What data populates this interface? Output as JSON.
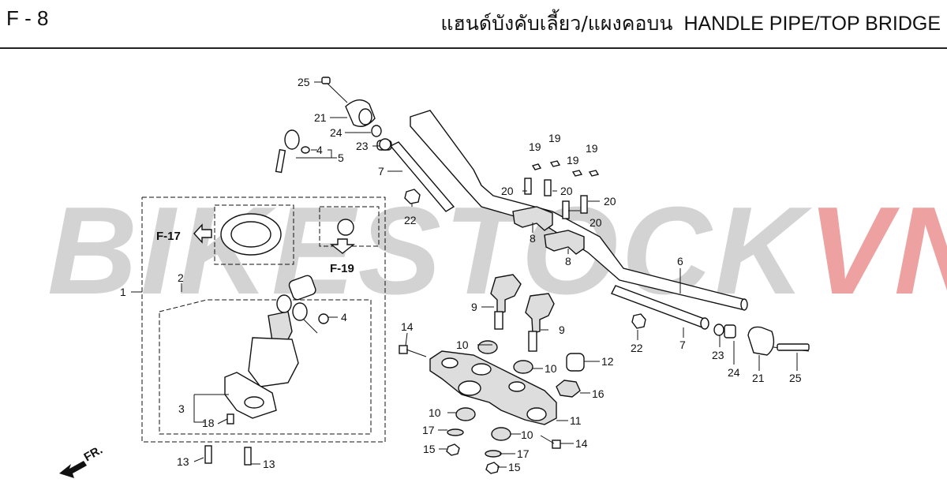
{
  "header": {
    "page_code": "F - 8",
    "title_thai": "แฮนด์บังคับเลี้ยว/แผงคอบน",
    "title_en": "HANDLE PIPE/TOP BRIDGE"
  },
  "watermark": {
    "main": "BIKESTOCK",
    "accent": "VN"
  },
  "references": {
    "f17": "F-17",
    "f19": "F-19",
    "fr": "FR."
  },
  "callouts": {
    "c25a": "25",
    "c21a": "21",
    "c24a": "24",
    "c23a": "23",
    "c7a": "7",
    "c22a": "22",
    "c4a": "4",
    "c5": "5",
    "c1": "1",
    "c2": "2",
    "c4b": "4",
    "c3": "3",
    "c18": "18",
    "c13a": "13",
    "c13b": "13",
    "c19a": "19",
    "c19b": "19",
    "c19c": "19",
    "c19d": "19",
    "c20a": "20",
    "c20b": "20",
    "c20c": "20",
    "c20d": "20",
    "c8a": "8",
    "c8b": "8",
    "c6": "6",
    "c9a": "9",
    "c9b": "9",
    "c14a": "14",
    "c10a": "10",
    "c10b": "10",
    "c12": "12",
    "c16": "16",
    "c10c": "10",
    "c11": "11",
    "c17a": "17",
    "c10d": "10",
    "c14b": "14",
    "c15a": "15",
    "c17b": "17",
    "c15b": "15",
    "c22b": "22",
    "c7b": "7",
    "c23b": "23",
    "c24b": "24",
    "c21b": "21",
    "c25b": "25"
  },
  "colors": {
    "watermark_gray": "#c4c4c4",
    "watermark_red": "#e88282",
    "ink": "#111111"
  }
}
